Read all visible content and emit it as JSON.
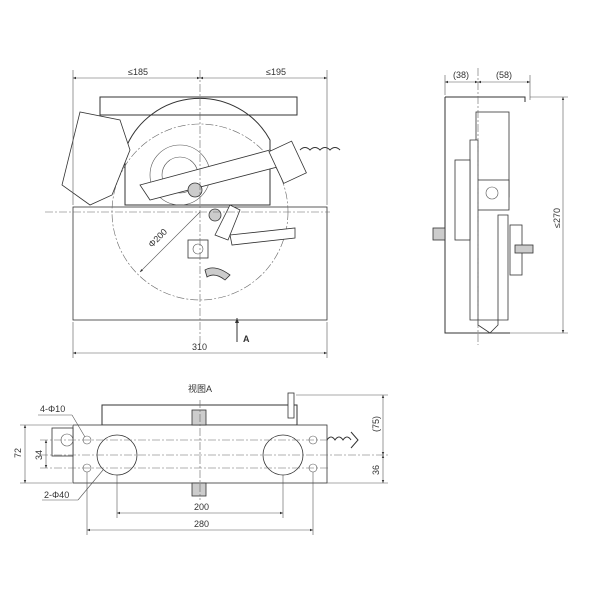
{
  "front_view": {
    "dim_left_width": "≤185",
    "dim_right_width": "≤195",
    "dim_total_width": "310",
    "wheel_diameter": "Φ200",
    "view_arrow_label": "A"
  },
  "side_view": {
    "dim_left": "(38)",
    "dim_right": "(58)",
    "dim_height": "≤270"
  },
  "bottom_view": {
    "title": "视图A",
    "small_holes": "4-Φ10",
    "large_holes": "2-Φ40",
    "dim_height": "72",
    "dim_hole_spacing_v": "34",
    "dim_top": "(75)",
    "dim_bottom": "36",
    "dim_hole_spacing_large": "200",
    "dim_hole_spacing_small": "280"
  }
}
